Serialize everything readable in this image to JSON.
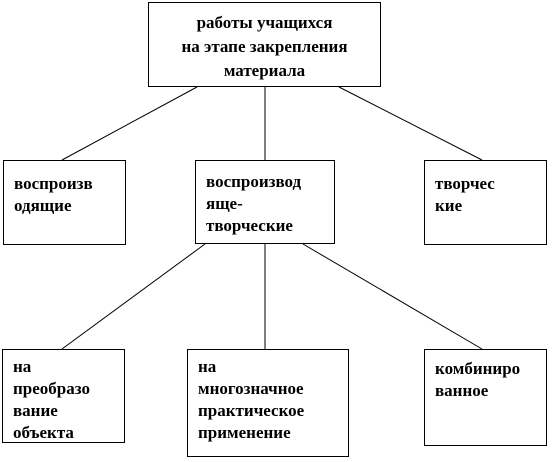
{
  "diagram": {
    "root": {
      "label": "работы учащихся\nна этапе закрепления\nматериала"
    },
    "level2": [
      {
        "label": "воспроизв\nодящие"
      },
      {
        "label": "воспроизвод\nяще-\nтворческие"
      },
      {
        "label": "творчес\nкие"
      }
    ],
    "level3": [
      {
        "label": "на\nпреобразо\nвание\nобъекта"
      },
      {
        "label": "на\nмногозначное\nпрактическое\nприменение"
      },
      {
        "label": "комбиниро\nванное"
      }
    ]
  },
  "colors": {
    "line": "#000000",
    "border": "#000000",
    "background": "#ffffff",
    "text": "#000000"
  }
}
